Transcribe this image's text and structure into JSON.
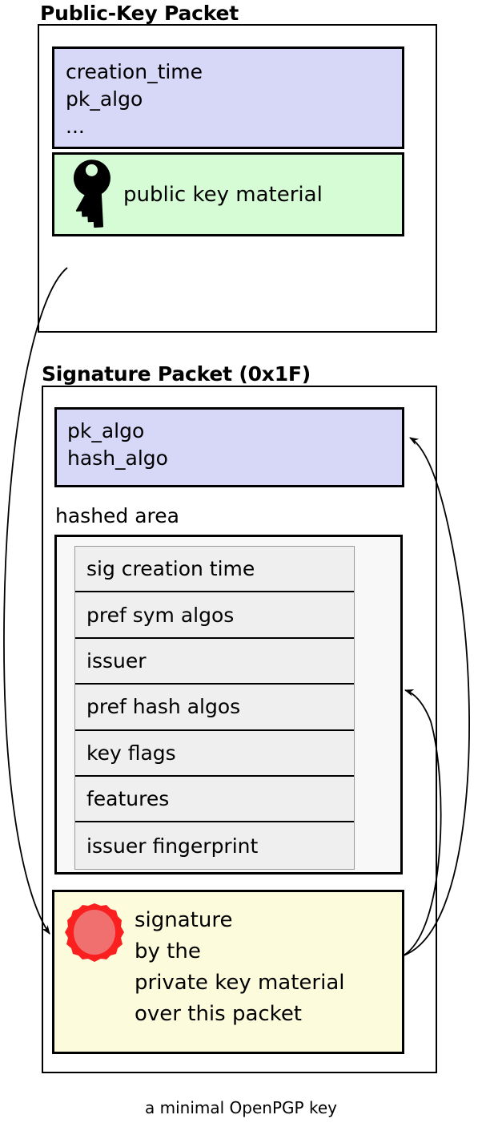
{
  "diagram": {
    "caption": "a minimal OpenPGP key"
  },
  "public_key_packet": {
    "title": "Public-Key Packet",
    "header_fields": "creation_time\npk_algo\n...",
    "material_label": "public key material",
    "key_icon": "key-icon",
    "header_color": "#d7d7f8",
    "material_color": "#d6fcd6"
  },
  "signature_packet": {
    "title": "Signature Packet (0x1F)",
    "header_fields": "pk_algo\nhash_algo",
    "header_color": "#d7d7f8",
    "hashed_area": {
      "label": "hashed area",
      "background": "#f8f8f8",
      "row_color": "#efefef",
      "subpackets": [
        "sig creation time",
        "pref sym algos",
        "issuer",
        "pref hash algos",
        "key flags",
        "features",
        "issuer fingerprint"
      ]
    },
    "signature": {
      "text": "signature\nby the\nprivate key material\nover this packet",
      "background": "#fcfcdc",
      "seal_icon": "wax-seal-icon",
      "seal_fill": "#f07070",
      "seal_border": "#fa2020"
    }
  },
  "arrows": [
    {
      "name": "public-key-to-signature",
      "description": "from public-key packet down-left to signature block"
    },
    {
      "name": "signature-to-sig-header",
      "description": "from signature block up-right to pk_algo/hash_algo box"
    },
    {
      "name": "signature-to-hashed-area",
      "description": "from signature block up-right to hashed area"
    }
  ]
}
